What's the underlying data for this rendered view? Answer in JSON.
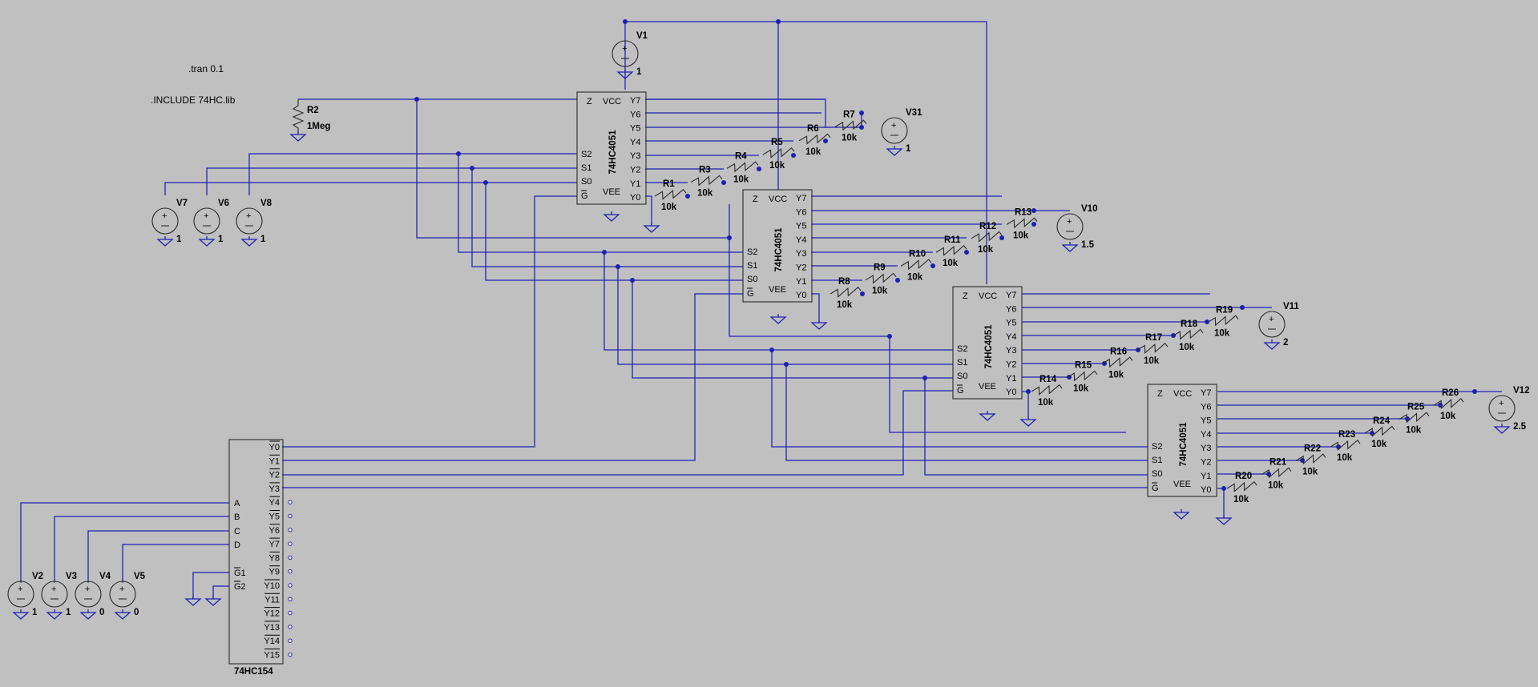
{
  "directives": [
    ".tran 0.1",
    ".INCLUDE 74HC.lib"
  ],
  "mux_part": "74HC4051",
  "mux_pins": {
    "left": [
      "Z",
      "S2",
      "S1",
      "S0",
      "G"
    ],
    "right": [
      "Y7",
      "Y6",
      "Y5",
      "Y4",
      "Y3",
      "Y2",
      "Y1",
      "Y0"
    ],
    "vcc": "VCC",
    "vee": "VEE"
  },
  "decoder": {
    "part": "74HC154",
    "inputs": [
      "A",
      "B",
      "C",
      "D",
      "G1",
      "G2"
    ],
    "outputs": [
      "Y0",
      "Y1",
      "Y2",
      "Y3",
      "Y4",
      "Y5",
      "Y6",
      "Y7",
      "Y8",
      "Y9",
      "Y10",
      "Y11",
      "Y12",
      "Y13",
      "Y14",
      "Y15"
    ]
  },
  "sources": [
    {
      "name": "V1",
      "value": "1"
    },
    {
      "name": "V31",
      "value": "1"
    },
    {
      "name": "V7",
      "value": "1"
    },
    {
      "name": "V6",
      "value": "1"
    },
    {
      "name": "V8",
      "value": "1"
    },
    {
      "name": "V10",
      "value": "1.5"
    },
    {
      "name": "V11",
      "value": "2"
    },
    {
      "name": "V12",
      "value": "2.5"
    },
    {
      "name": "V2",
      "value": "1"
    },
    {
      "name": "V3",
      "value": "1"
    },
    {
      "name": "V4",
      "value": "0"
    },
    {
      "name": "V5",
      "value": "0"
    }
  ],
  "pulldown": {
    "name": "R2",
    "value": "1Meg"
  },
  "ladders": [
    {
      "resistors": [
        "R1",
        "R3",
        "R4",
        "R5",
        "R6",
        "R7"
      ],
      "value": "10k"
    },
    {
      "resistors": [
        "R8",
        "R9",
        "R10",
        "R11",
        "R12",
        "R13"
      ],
      "value": "10k"
    },
    {
      "resistors": [
        "R14",
        "R15",
        "R16",
        "R17",
        "R18",
        "R19"
      ],
      "value": "10k"
    },
    {
      "resistors": [
        "R20",
        "R21",
        "R22",
        "R23",
        "R24",
        "R25",
        "R26"
      ],
      "value": "10k"
    }
  ],
  "colors": {
    "background": "#c0c0c0",
    "wire": "#1f1fb4",
    "component": "#2a2a2a"
  }
}
